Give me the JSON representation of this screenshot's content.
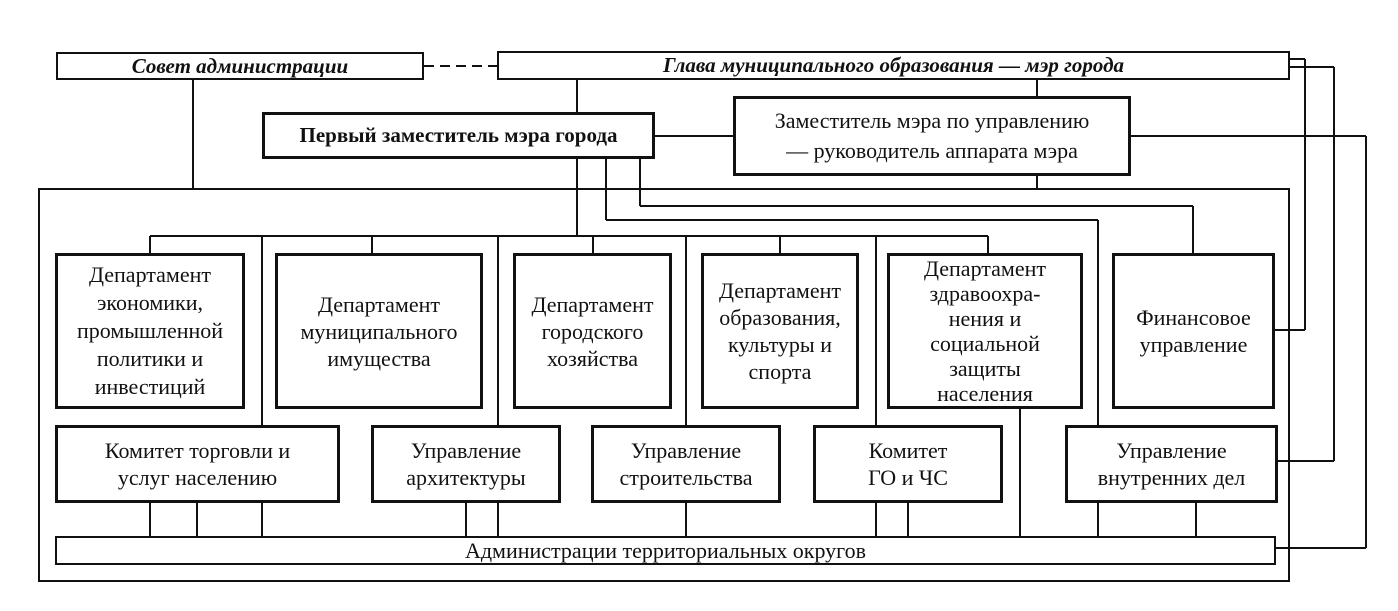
{
  "council": "Совет администрации",
  "mayor": "Глава муниципального образования — мэр города",
  "first_deputy": "Первый заместитель мэра города",
  "deputy_admin": "Заместитель мэра по управлению\n— руководитель аппарата мэра",
  "departments": [
    "Департамент\nэкономики,\nпромышленной\nполитики и\nинвестиций",
    "Департамент\nмуниципального\nимущества",
    "Департамент\nгородского\nхозяйства",
    "Департамент\nобразования,\nкультуры и\nспорта",
    "Департамент\nздравоохра-\nнения и\nсоциальной\nзащиты\nнаселения",
    "Финансовое\nуправление"
  ],
  "committees": [
    "Комитет торговли и\nуслуг населению",
    "Управление\nархитектуры",
    "Управление\nстроительства",
    "Комитет\nГО и ЧС",
    "Управление\nвнутренних дел"
  ],
  "territorial": "Администрации территориальных округов"
}
